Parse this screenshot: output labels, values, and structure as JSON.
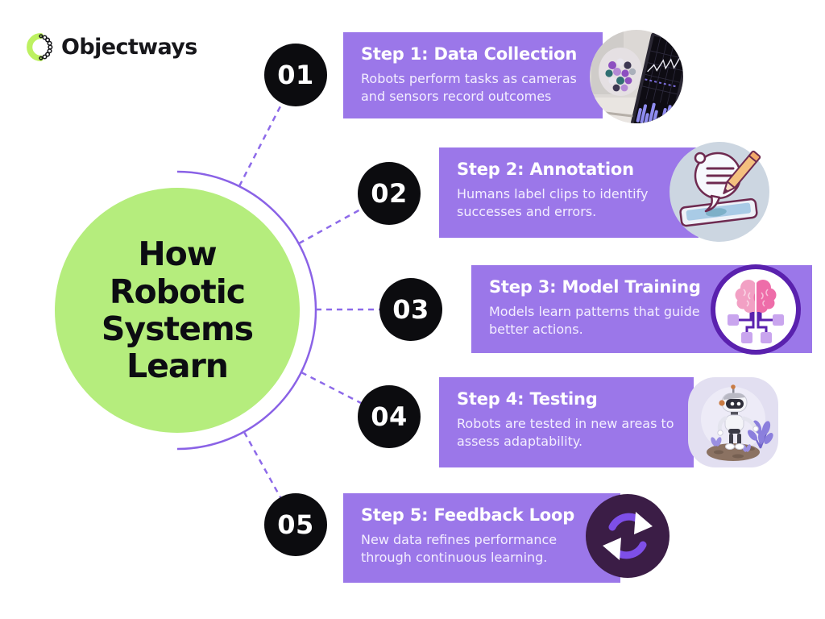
{
  "logo": {
    "text": "Objectways",
    "icon": "objectways-ring-logo"
  },
  "hub": {
    "lines": [
      "How",
      "Robotic",
      "Systems",
      "Learn"
    ],
    "background": "#b5ed7d"
  },
  "colors": {
    "banner_purple": "#9b77e9",
    "connector_purple": "#8a62e6",
    "badge_black": "#0c0c0f",
    "hub_green": "#b5ed7d",
    "logo_green": "#bdf161",
    "loop_circle_dark": "#3b1d46",
    "body_text": "#f3eeff"
  },
  "steps": [
    {
      "number": "01",
      "title": "Step 1: Data Collection",
      "description": "Robots perform tasks as cameras and sensors record outcomes",
      "media": "tablet-chart-photo"
    },
    {
      "number": "02",
      "title": "Step 2: Annotation",
      "description": "Humans label clips to identify successes and errors.",
      "media": "annotation-pencil-illustration"
    },
    {
      "number": "03",
      "title": "Step 3: Model Training",
      "description": "Models learn patterns that guide better actions.",
      "media": "brain-network-illustration"
    },
    {
      "number": "04",
      "title": "Step 4: Testing",
      "description": "Robots are tested in new areas to assess adaptability.",
      "media": "robot-plants-illustration"
    },
    {
      "number": "05",
      "title": "Step 5: Feedback Loop",
      "description": "New data refines performance through continuous learning.",
      "media": "refresh-loop-icon"
    }
  ]
}
